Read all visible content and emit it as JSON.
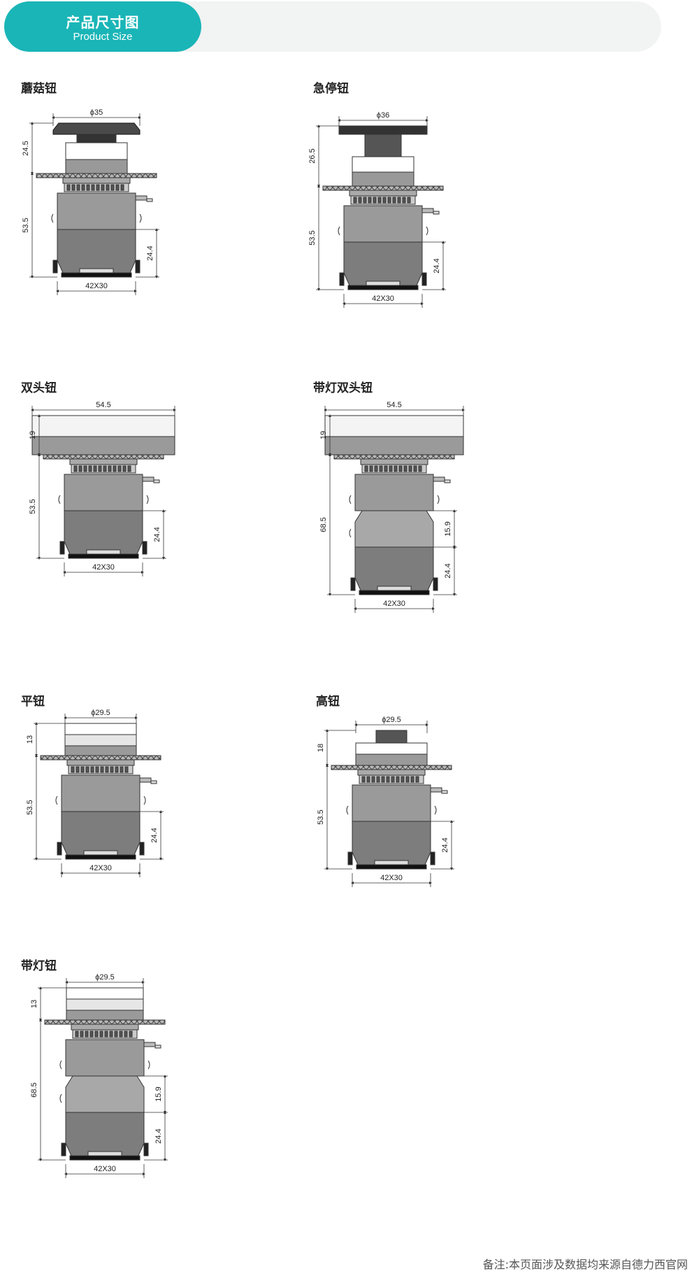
{
  "header": {
    "title_zh": "产品尺寸图",
    "title_en": "Product Size"
  },
  "colors": {
    "accent": "#1ab5b7",
    "header_bg": "#f2f3f3",
    "body_light": "#9a9a9a",
    "body_dark": "#7d7d7d",
    "outline": "#333333"
  },
  "diagrams": [
    {
      "name": "蘑菇钮",
      "labels": {
        "top_width": "ϕ35",
        "head_height": "24.5",
        "total_height": "53.5",
        "contact_height": "24.4",
        "base": "42X30"
      }
    },
    {
      "name": "急停钮",
      "labels": {
        "top_width": "ϕ36",
        "head_height": "26.5",
        "total_height": "53.5",
        "contact_height": "24.4",
        "base": "42X30"
      }
    },
    {
      "name": "双头钮",
      "labels": {
        "top_width": "54.5",
        "head_height": "19",
        "total_height": "53.5",
        "contact_height": "24.4",
        "base": "42X30"
      }
    },
    {
      "name": "带灯双头钮",
      "labels": {
        "top_width": "54.5",
        "head_height": "19",
        "total_height": "68.5",
        "lamp_height": "15.9",
        "contact_height": "24.4",
        "base": "42X30"
      }
    },
    {
      "name": "平钮",
      "labels": {
        "top_width": "ϕ29.5",
        "head_height": "13",
        "total_height": "53.5",
        "contact_height": "24.4",
        "base": "42X30"
      }
    },
    {
      "name": "高钮",
      "labels": {
        "top_width": "ϕ29.5",
        "head_height": "18",
        "total_height": "53.5",
        "contact_height": "24.4",
        "base": "42X30"
      }
    },
    {
      "name": "带灯钮",
      "labels": {
        "top_width": "ϕ29.5",
        "head_height": "13",
        "total_height": "68.5",
        "lamp_height": "15.9",
        "contact_height": "24.4",
        "base": "42X30"
      }
    }
  ],
  "footer": {
    "note": "备注:本页面涉及数据均来源自德力西官网"
  }
}
